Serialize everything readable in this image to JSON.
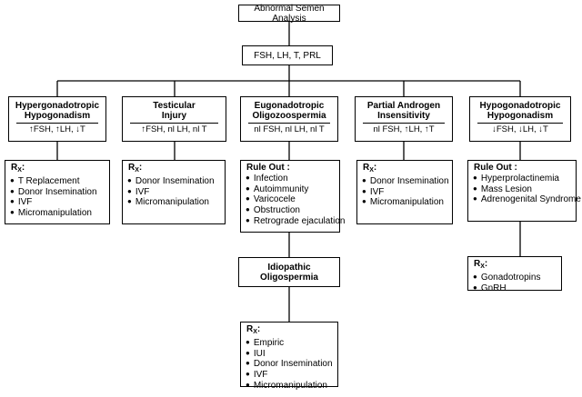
{
  "root": "Abnormal Semen Analysis",
  "labs": "FSH, LH, T, PRL",
  "categories": [
    {
      "title_lines": [
        "Hypergonadotropic",
        "Hypogonadism"
      ],
      "hormones": "↑FSH, ↑LH, ↓T",
      "treatment": {
        "label": "R",
        "label_sub": "X",
        "suffix": ":",
        "items": [
          "T Replacement",
          "Donor Insemination",
          "IVF",
          "Micromanipulation"
        ]
      }
    },
    {
      "title_lines": [
        "Testicular",
        "Injury"
      ],
      "hormones": "↑FSH, nl LH, nl T",
      "treatment": {
        "label": "R",
        "label_sub": "X",
        "suffix": ":",
        "items": [
          "Donor Insemination",
          "IVF",
          "Micromanipulation"
        ]
      }
    },
    {
      "title_lines": [
        "Eugonadotropic",
        "Oligozoospermia"
      ],
      "hormones": "nl FSH, nl LH,  nl T",
      "ruleout": {
        "label": "Rule Out :",
        "items": [
          "Infection",
          "Autoimmunity",
          "Varicocele",
          "Obstruction",
          "Retrograde ejaculation"
        ]
      },
      "next": "Idiopathic Oligospermia",
      "treatment": {
        "label": "R",
        "label_sub": "X",
        "suffix": ":",
        "items": [
          "Empiric",
          "IUI",
          "Donor Insemination",
          "IVF",
          "Micromanipulation"
        ]
      }
    },
    {
      "title_lines": [
        "Partial Androgen",
        "Insensitivity"
      ],
      "hormones": "nl FSH, ↑LH, ↑T",
      "treatment": {
        "label": "R",
        "label_sub": "X",
        "suffix": ":",
        "items": [
          "Donor Insemination",
          "IVF",
          "Micromanipulation"
        ]
      }
    },
    {
      "title_lines": [
        "Hypogonadotropic",
        "Hypogonadism"
      ],
      "hormones": "↓FSH, ↓LH, ↓T",
      "ruleout": {
        "label": "Rule Out :",
        "items": [
          "Hyperprolactinemia",
          "Mass Lesion",
          "Adrenogenital Syndrome"
        ]
      },
      "treatment": {
        "label": "R",
        "label_sub": "X",
        "suffix": ":",
        "items": [
          "Gonadotropins",
          "GnRH"
        ]
      }
    }
  ]
}
